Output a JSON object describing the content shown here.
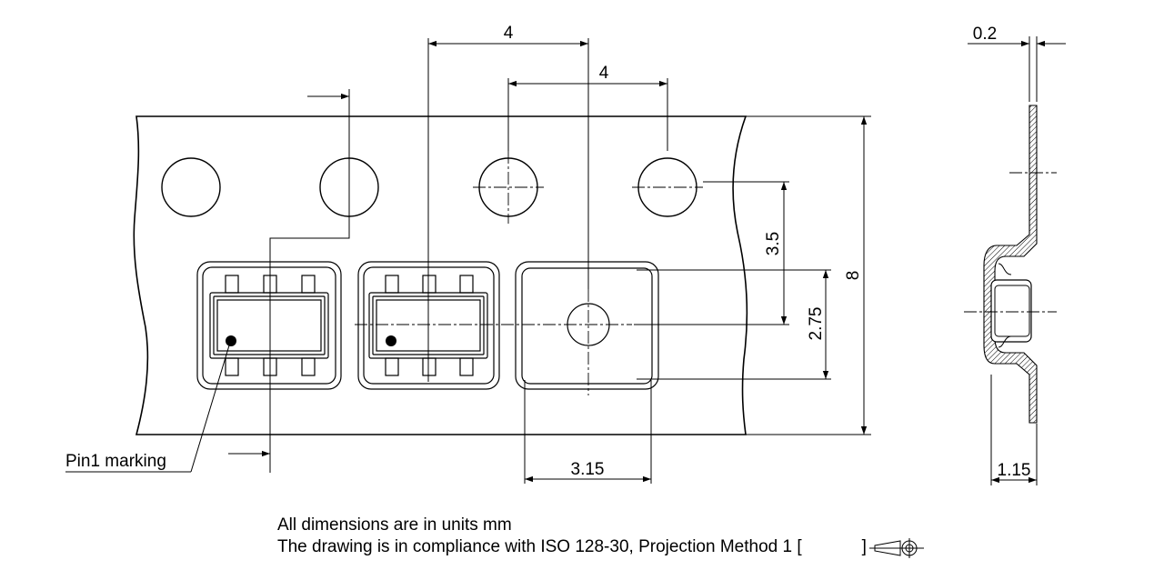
{
  "dimensions": {
    "hole_pitch": "4",
    "pocket_pitch": "4",
    "tape_width": "8",
    "hole_to_pocket_center": "3.5",
    "pocket_center_offset": "2.75",
    "pocket_width": "3.15",
    "tape_thickness": "0.2",
    "pocket_depth": "1.15"
  },
  "labels": {
    "pin1_marking": "Pin1 marking"
  },
  "notes": {
    "units": "All dimensions are in units mm",
    "compliance_prefix": "The drawing is in compliance with ISO 128-30, Projection Method 1 [",
    "compliance_suffix": "]"
  },
  "colors": {
    "line": "#000000",
    "background": "#ffffff"
  }
}
